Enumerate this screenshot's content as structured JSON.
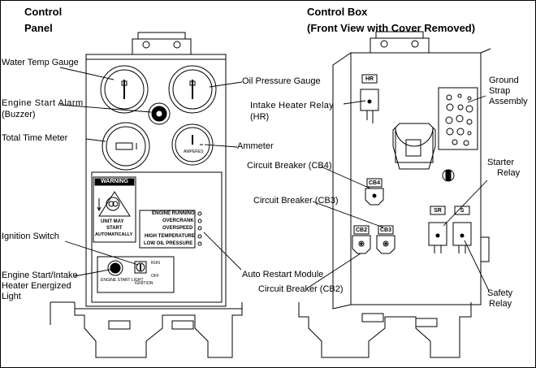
{
  "headings": {
    "left_line1": "Control",
    "left_line2": "Panel",
    "right_line1": "Control Box",
    "right_line2": "(Front View with Cover Removed)"
  },
  "left_labels": {
    "water_temp": "Water Temp Gauge",
    "start_alarm_1": "Engine Start Alarm",
    "start_alarm_2": "(Buzzer)",
    "total_time": "Total Time Meter",
    "oil_pressure": "Oil Pressure Gauge",
    "ammeter": "Ammeter",
    "ignition": "Ignition Switch",
    "light_1": "Engine Start/Intake",
    "light_2": "Heater Energized",
    "light_3": "Light",
    "auto_restart": "Auto Restart Module",
    "cb2": "Circuit Breaker (CB2)"
  },
  "right_labels": {
    "heater_relay_1": "Intake Heater Relay",
    "heater_relay_2": "(HR)",
    "cb4": "Circuit Breaker (CB4)",
    "cb3": "Circuit Breaker (CB3)",
    "ground_1": "Ground",
    "ground_2": "Strap",
    "ground_3": "Assembly",
    "starter_1": "Starter",
    "starter_2": "Relay",
    "safety_1": "Safety",
    "safety_2": "Relay"
  },
  "panel_text": {
    "warning_title": "WARNING",
    "warning_l1": "UNIT MAY",
    "warning_l2": "START",
    "warning_l3": "AUTOMATICALLY",
    "restart_items": [
      "ENGINE RUNNING",
      "OVERCRANK",
      "OVERSPEED",
      "HIGH TEMPERATURE",
      "LOW OIL PRESSURE"
    ],
    "ammeter_face": "AMPERES",
    "ignition_face": "IGNITION",
    "light_face": "ENGINE START LIGHT",
    "switch_run": "RUN",
    "switch_off": "OFF"
  },
  "component_tags": {
    "hr": "HR",
    "cb4": "CB4",
    "cb2": "CB2",
    "cb3": "CB3",
    "sr": "SR",
    "s": "S"
  }
}
